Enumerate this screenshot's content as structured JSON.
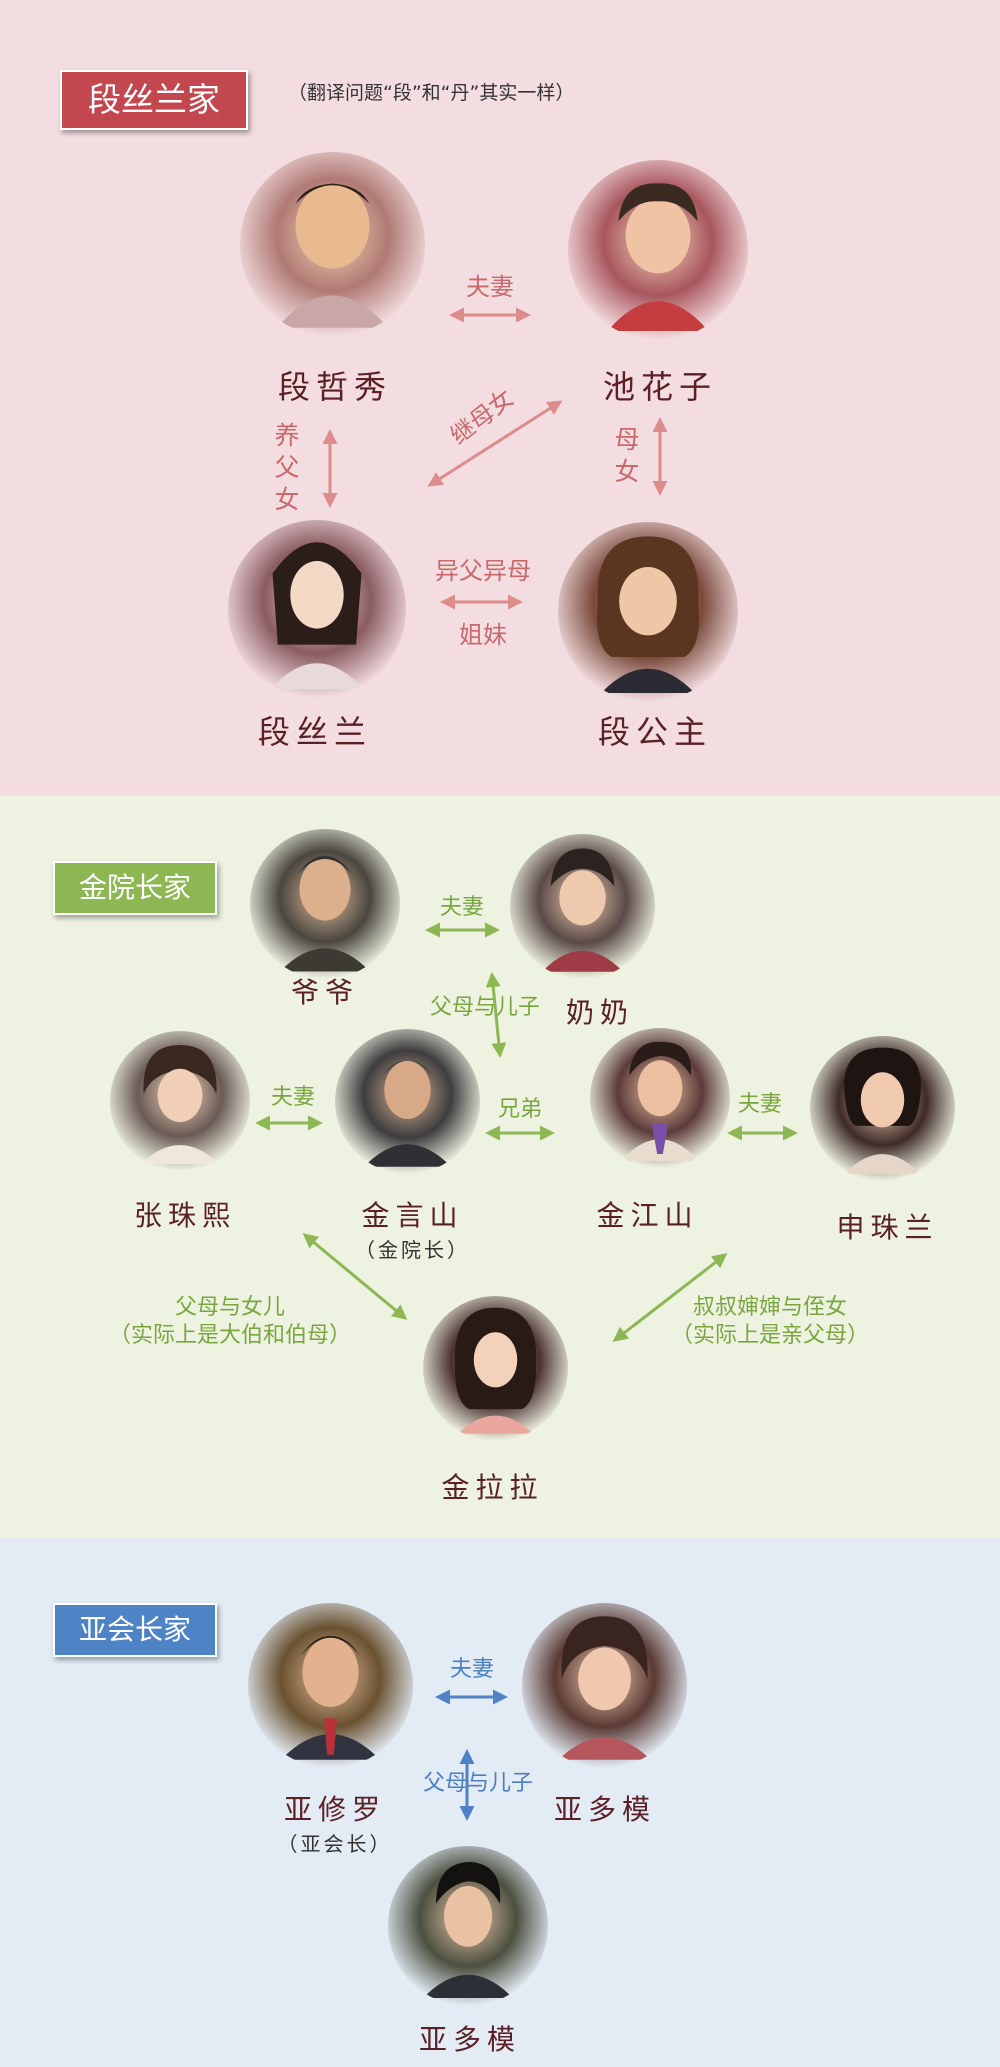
{
  "colors": {
    "red": "#c8696c",
    "green": "#8db753",
    "blue": "#4e83c6"
  },
  "family1": {
    "title": "段丝兰家",
    "note": "（翻译问题“段”和“丹”其实一样）",
    "names": {
      "p1": "段哲秀",
      "p2": "池花子",
      "p3": "段丝兰",
      "p4": "段公主"
    },
    "relations": {
      "couple": "夫妻",
      "step": "继母女",
      "adopt": [
        "养",
        "父",
        "女"
      ],
      "mother": [
        "母",
        "女"
      ],
      "sisters_top": "异父异母",
      "sisters_bottom": "姐妹"
    }
  },
  "family2": {
    "title": "金院长家",
    "names": {
      "grandpa": "爷爷",
      "grandma": "奶奶",
      "zhang": "张珠熙",
      "jinyan": "金言山",
      "jinyan_sub": "（金院长）",
      "jinjiang": "金江山",
      "shen": "申珠兰",
      "lala": "金拉拉"
    },
    "relations": {
      "couple1": "夫妻",
      "parents_son": "父母与儿子",
      "couple2": "夫妻",
      "brothers": "兄弟",
      "couple3": "夫妻",
      "left_line1": "父母与女儿",
      "left_line2": "（实际上是大伯和伯母）",
      "right_line1": "叔叔婶婶与侄女",
      "right_line2": "（实际上是亲父母）"
    }
  },
  "family3": {
    "title": "亚会长家",
    "names": {
      "p1": "亚修罗",
      "p1_sub": "（亚会长）",
      "p2": "亚多模",
      "p3": "亚多模"
    },
    "relations": {
      "couple": "夫妻",
      "parents_son": "父母与儿子"
    }
  }
}
